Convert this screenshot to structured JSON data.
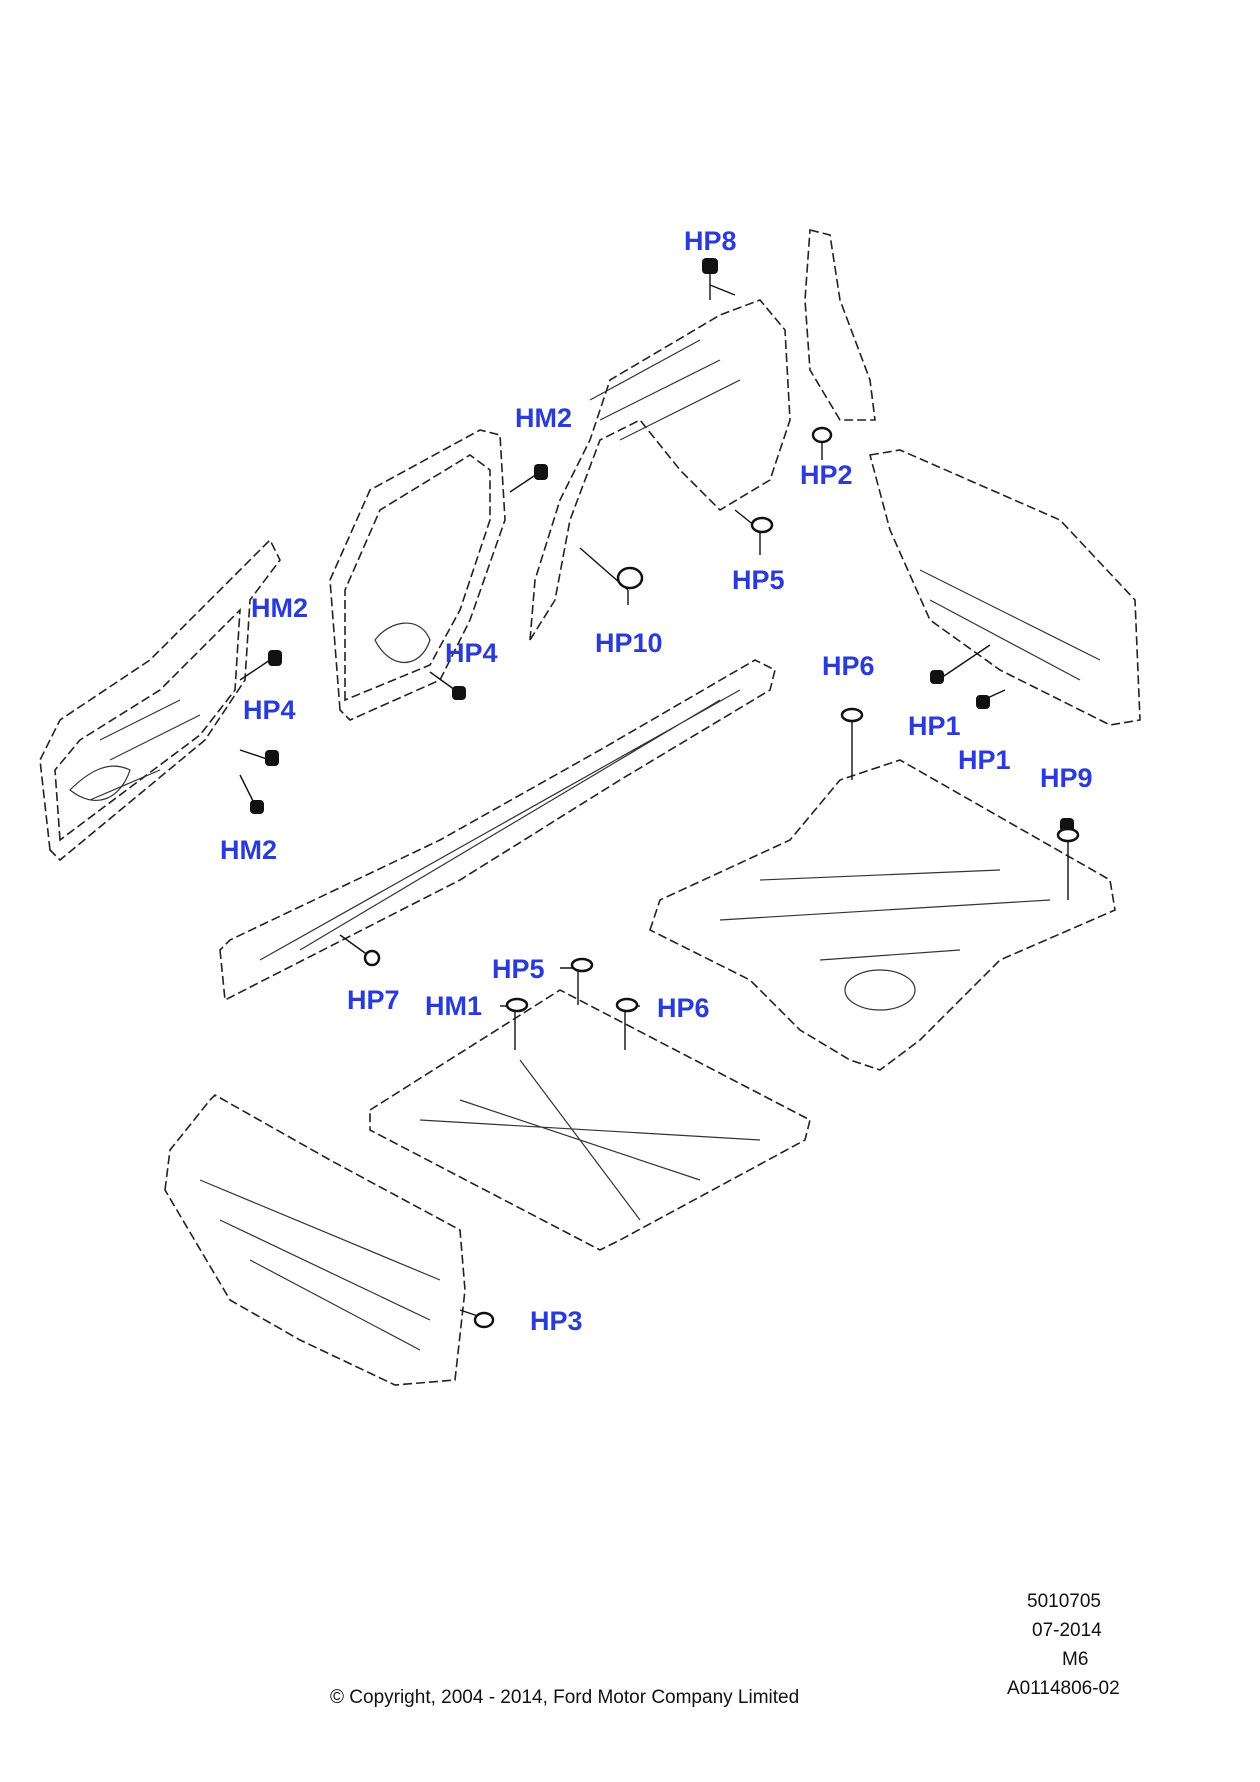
{
  "callouts": [
    {
      "id": "hp8",
      "label": "HP8"
    },
    {
      "id": "hm2_top",
      "label": "HM2"
    },
    {
      "id": "hp2",
      "label": "HP2"
    },
    {
      "id": "hp5_top",
      "label": "HP5"
    },
    {
      "id": "hm2_mid",
      "label": "HM2"
    },
    {
      "id": "hp10",
      "label": "HP10"
    },
    {
      "id": "hp4_mid",
      "label": "HP4"
    },
    {
      "id": "hp6_right",
      "label": "HP6"
    },
    {
      "id": "hp4_left",
      "label": "HP4"
    },
    {
      "id": "hp1_a",
      "label": "HP1"
    },
    {
      "id": "hp1_b",
      "label": "HP1"
    },
    {
      "id": "hp9",
      "label": "HP9"
    },
    {
      "id": "hm2_low",
      "label": "HM2"
    },
    {
      "id": "hp5_floor",
      "label": "HP5"
    },
    {
      "id": "hm1",
      "label": "HM1"
    },
    {
      "id": "hp6_floor",
      "label": "HP6"
    },
    {
      "id": "hp7",
      "label": "HP7"
    },
    {
      "id": "hp3",
      "label": "HP3"
    }
  ],
  "info_block": {
    "line1": "5010705",
    "line2": "07-2014",
    "line3": "M6",
    "line4": "A0114806-02"
  },
  "copyright": "© Copyright, 2004 - 2014, Ford Motor Company Limited"
}
